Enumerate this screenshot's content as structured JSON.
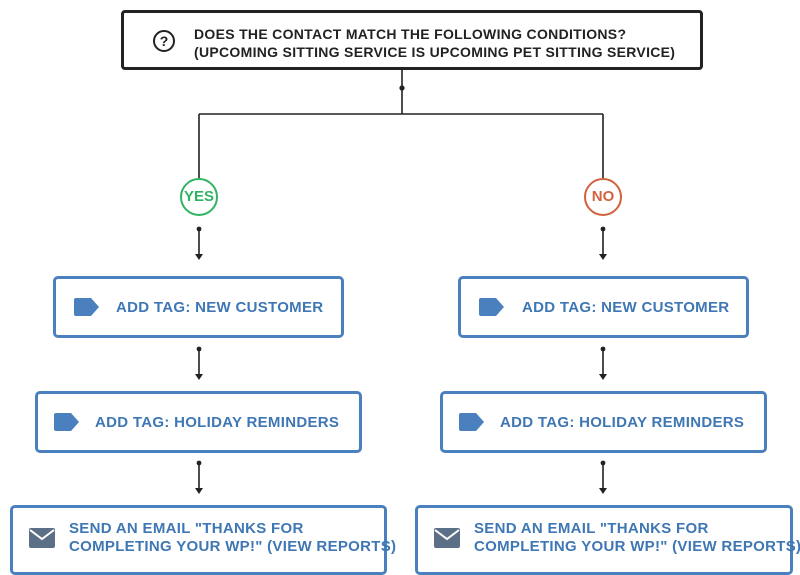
{
  "condition": {
    "line1": "DOES THE CONTACT MATCH THE FOLLOWING CONDITIONS?",
    "line2": "(UPCOMING SITTING SERVICE IS UPCOMING PET SITTING SERVICE)",
    "icon": "question-circle-icon"
  },
  "branches": {
    "yes": {
      "label": "YES",
      "color": "#2fb463",
      "steps": {
        "tag1": "ADD TAG: NEW CUSTOMER",
        "tag2": "ADD TAG: HOLIDAY REMINDERS",
        "email_line1": "SEND AN EMAIL \"THANKS FOR",
        "email_line2": "COMPLETING YOUR WP!\" (VIEW REPORTS)"
      }
    },
    "no": {
      "label": "NO",
      "color": "#d2613e",
      "steps": {
        "tag1": "ADD TAG: NEW CUSTOMER",
        "tag2": "ADD TAG: HOLIDAY REMINDERS",
        "email_line1": "SEND AN EMAIL \"THANKS FOR",
        "email_line2": "COMPLETING YOUR WP!\" (VIEW REPORTS)"
      }
    }
  },
  "colors": {
    "action_border": "#4a80bd",
    "action_text": "#3f77b4",
    "connector": "#222222"
  },
  "icons": {
    "tag": "tag-icon",
    "email": "envelope-icon",
    "arrow": "arrow-down-icon"
  }
}
